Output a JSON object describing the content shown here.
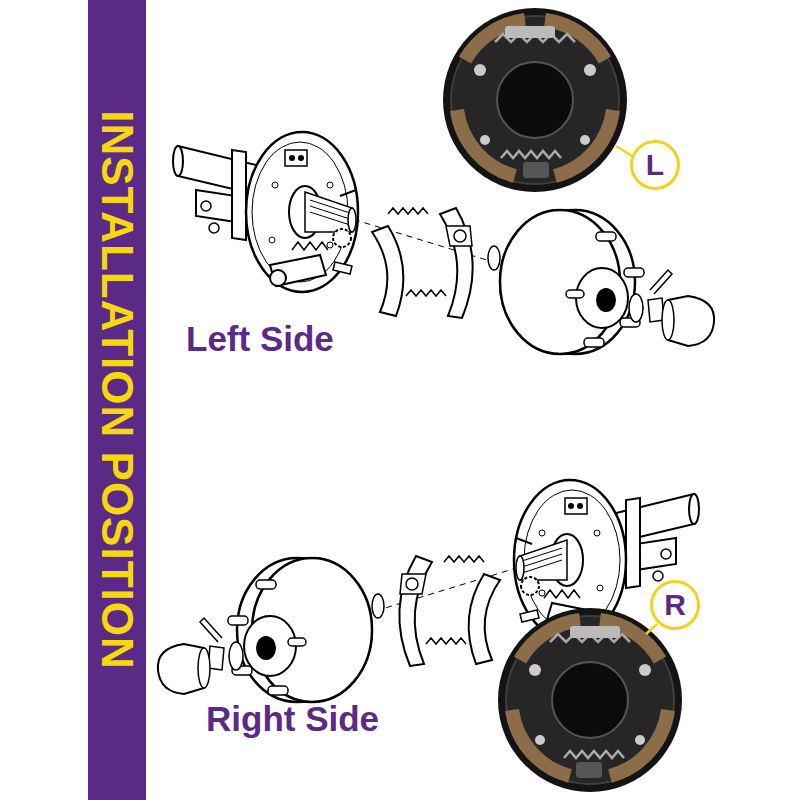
{
  "diagram": {
    "title": "INSTALLATION POSITION",
    "nodes": [
      {
        "text": [
          "L"
        ]
      },
      {
        "text": [
          "R"
        ]
      }
    ],
    "labels": [
      "Left Side",
      "Right Side"
    ]
  }
}
